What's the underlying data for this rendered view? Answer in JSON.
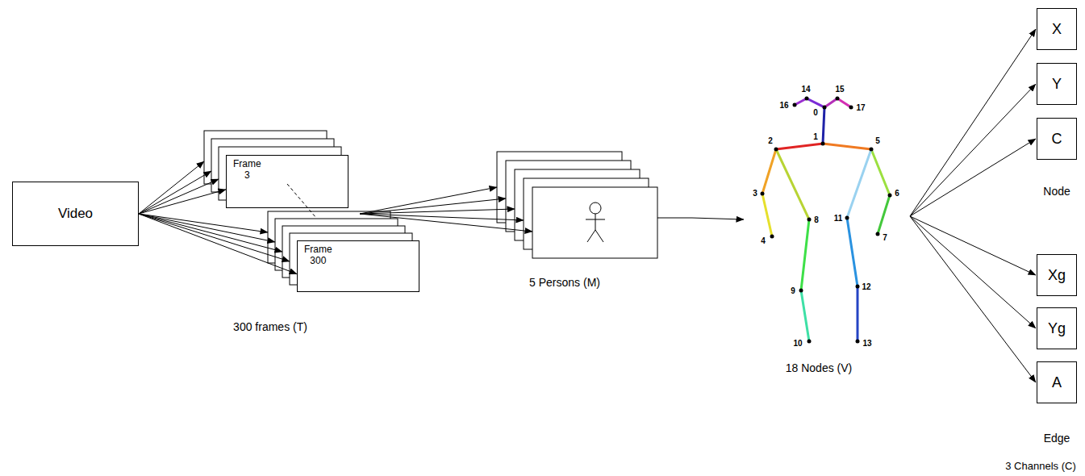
{
  "diagram": {
    "nodes": [
      {
        "text": [
          "Video"
        ]
      },
      {
        "text": [
          "Frame 3"
        ]
      },
      {
        "text": [
          "Frame 300"
        ]
      },
      {
        "text": [
          "X"
        ]
      },
      {
        "text": [
          "Y"
        ]
      },
      {
        "text": [
          "C"
        ]
      },
      {
        "text": [
          "Xg"
        ]
      },
      {
        "text": [
          "Yg"
        ]
      },
      {
        "text": [
          "A"
        ]
      }
    ],
    "edges": [
      {
        "from": 0,
        "to": 1,
        "arrow": "to"
      },
      {
        "from": 0,
        "to": 2,
        "arrow": "to"
      }
    ],
    "labels": [
      "300 frames (T)",
      "5 Persons (M)",
      "14",
      "15",
      "0",
      "16",
      "17",
      "1",
      "2",
      "5",
      "3",
      "6",
      "8",
      "11",
      "7",
      "4",
      "9",
      "12",
      "10",
      "13",
      "18 Nodes (V)",
      "Node",
      "Edge",
      "3 Channels (C)"
    ]
  }
}
